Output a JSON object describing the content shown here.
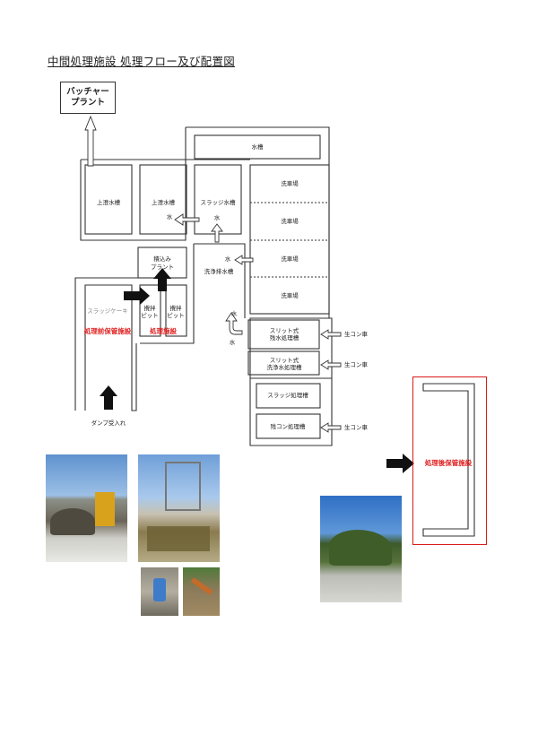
{
  "title": "中間処理施設 処理フロー及び配置図",
  "batcher": {
    "line1": "バッチャー",
    "line2": "プラント"
  },
  "labels": {
    "water_tank": "水槽",
    "sediment1": "上澄水槽",
    "sediment2": "上澄水槽",
    "sludge_water": "スラッジ水槽",
    "wash1": "洗車場",
    "wash2": "洗車場",
    "wash3": "洗車場",
    "wash4": "洗車場",
    "loading_line1": "積込み",
    "loading_line2": "プラント",
    "drain_tank": "洗浄排水槽",
    "water_a": "水",
    "water_b": "水",
    "water_c": "水",
    "water_d": "水",
    "water_e": "水",
    "sludge_cake": "スラッジケーキ",
    "stir1_line1": "攪拌",
    "stir1_line2": "ピット",
    "stir2_line1": "攪拌",
    "stir2_line2": "ピット",
    "pre_storage": "処理前保管施設",
    "processing": "処理施設",
    "slit1_line1": "スリット式",
    "slit1_line2": "残水処理槽",
    "slit2_line1": "スリット式",
    "slit2_line2": "洗浄水処理槽",
    "sludge_treat": "スラッジ処理槽",
    "leftover_treat": "残コン処理槽",
    "truck1": "生コン車",
    "truck2": "生コン車",
    "truck3": "生コン車",
    "dump_in": "ダンプ受入れ",
    "post_storage": "処理後保管施設"
  },
  "colors": {
    "line": "#333333",
    "red": "#e02020",
    "sky": "#3a7fc8",
    "foliage": "#4d6a2c"
  }
}
